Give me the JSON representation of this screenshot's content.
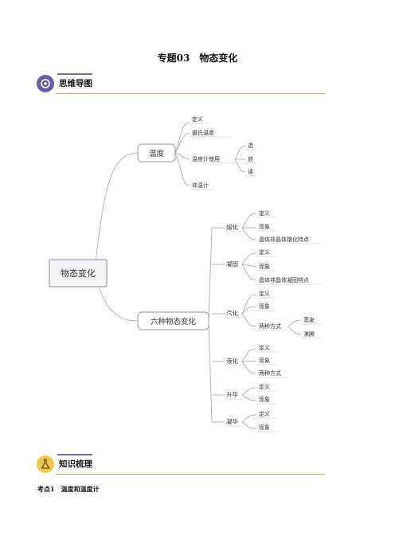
{
  "doc": {
    "title": "专题03　物态变化",
    "sections": {
      "mindmap": "思维导图",
      "knowledge": "知识梳理"
    },
    "kaodian": {
      "label": "考点1",
      "text": "温度和温度计"
    }
  },
  "mindmap": {
    "root": "物态变化",
    "temp": {
      "label": "温度",
      "items": [
        "定义",
        "摄氏温度",
        "温度计使用",
        "体温计"
      ],
      "usage": [
        "选",
        "放",
        "读"
      ]
    },
    "change": {
      "label": "六种物态变化",
      "melting": {
        "label": "熔化",
        "items": [
          "定义",
          "现象",
          "晶体非晶体熔化特点"
        ]
      },
      "freezing": {
        "label": "凝固",
        "items": [
          "定义",
          "现象",
          "晶体非晶体凝固特点"
        ]
      },
      "vaporization": {
        "label": "汽化",
        "items": [
          "定义",
          "现象",
          "两种方式"
        ],
        "ways": [
          "蒸发",
          "沸腾"
        ]
      },
      "liquefaction": {
        "label": "液化",
        "items": [
          "定义",
          "现象",
          "两种方式"
        ]
      },
      "sublimation": {
        "label": "升华",
        "items": [
          "定义",
          "现象"
        ]
      },
      "deposition": {
        "label": "凝华",
        "items": [
          "定义",
          "现象"
        ]
      }
    }
  },
  "colors": {
    "accent_rule": "#e0a45a",
    "badge_purple": "#6a5ba7",
    "badge_yellow": "#f2c84b",
    "branch_line": "#9aa4b2",
    "node_border": "#7f8a96"
  }
}
